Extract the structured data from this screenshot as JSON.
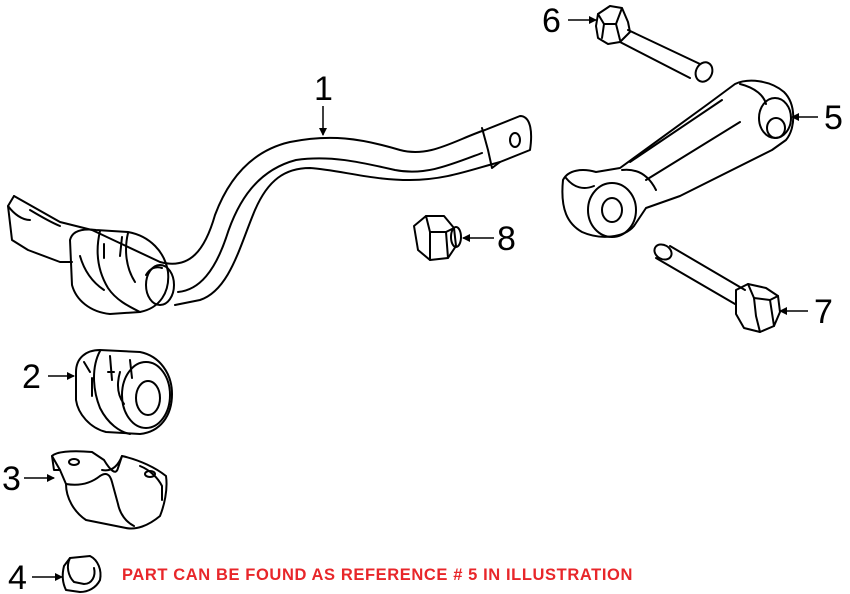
{
  "callouts": {
    "c1": "1",
    "c2": "2",
    "c3": "3",
    "c4": "4",
    "c5": "5",
    "c6": "6",
    "c7": "7",
    "c8": "8"
  },
  "notice": {
    "text": "PART CAN BE FOUND AS REFERENCE # 5 IN ILLUSTRATION",
    "color": "#e8262a"
  }
}
